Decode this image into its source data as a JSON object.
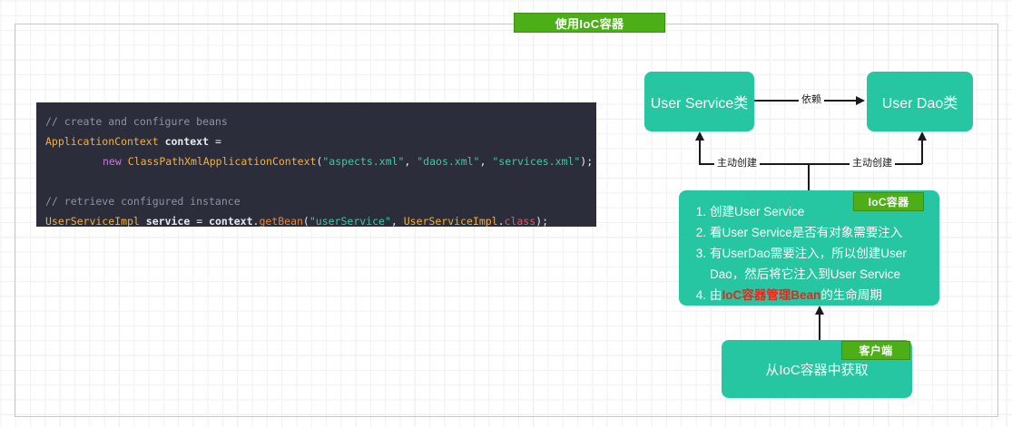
{
  "title_banner": {
    "label": "使用IoC容器"
  },
  "code_block": {
    "lines": [
      {
        "segments": [
          {
            "text": "// create and configure beans",
            "cls": "c-comment"
          }
        ]
      },
      {
        "segments": [
          {
            "text": "ApplicationContext",
            "cls": "c-type"
          },
          {
            "text": " ",
            "cls": "c-plain"
          },
          {
            "text": "context",
            "cls": "c-var"
          },
          {
            "text": " = ",
            "cls": "c-plain"
          }
        ]
      },
      {
        "indent": true,
        "segments": [
          {
            "text": "new",
            "cls": "c-kw"
          },
          {
            "text": " ",
            "cls": "c-plain"
          },
          {
            "text": "ClassPathXmlApplicationContext",
            "cls": "c-class"
          },
          {
            "text": "(",
            "cls": "c-punct"
          },
          {
            "text": "\"aspects.xml\"",
            "cls": "c-str"
          },
          {
            "text": ", ",
            "cls": "c-punct"
          },
          {
            "text": "\"daos.xml\"",
            "cls": "c-str"
          },
          {
            "text": ", ",
            "cls": "c-punct"
          },
          {
            "text": "\"services.xml\"",
            "cls": "c-str"
          },
          {
            "text": ");",
            "cls": "c-punct"
          }
        ]
      },
      {
        "segments": [
          {
            "text": " ",
            "cls": "c-plain"
          }
        ]
      },
      {
        "segments": [
          {
            "text": "// retrieve configured instance",
            "cls": "c-comment"
          }
        ]
      },
      {
        "segments": [
          {
            "text": "UserServiceImpl",
            "cls": "c-type"
          },
          {
            "text": " ",
            "cls": "c-plain"
          },
          {
            "text": "service",
            "cls": "c-var"
          },
          {
            "text": " = ",
            "cls": "c-plain"
          },
          {
            "text": "context",
            "cls": "c-var"
          },
          {
            "text": ".",
            "cls": "c-punct"
          },
          {
            "text": "getBean",
            "cls": "c-method"
          },
          {
            "text": "(",
            "cls": "c-punct"
          },
          {
            "text": "\"userService\"",
            "cls": "c-str"
          },
          {
            "text": ", ",
            "cls": "c-punct"
          },
          {
            "text": "UserServiceImpl",
            "cls": "c-type"
          },
          {
            "text": ".",
            "cls": "c-punct"
          },
          {
            "text": "class",
            "cls": "c-field"
          },
          {
            "text": ");",
            "cls": "c-punct"
          }
        ]
      }
    ]
  },
  "nodes": {
    "user_service": {
      "label": "User Service类"
    },
    "user_dao": {
      "label": "User Dao类"
    },
    "client": {
      "label": "从IoC容器中获取"
    }
  },
  "badges": {
    "ioc": "IoC容器",
    "client": "客户端"
  },
  "ioc_steps": [
    {
      "num": "1.",
      "parts": [
        {
          "text": "创建User Service",
          "highlight": false
        }
      ]
    },
    {
      "num": "2.",
      "parts": [
        {
          "text": "看User Service是否有对象需要注入",
          "highlight": false
        }
      ]
    },
    {
      "num": "3.",
      "parts": [
        {
          "text": "有UserDao需要注入，所以创建User Dao，然后将它注入到User Service",
          "highlight": false
        }
      ]
    },
    {
      "num": "4.",
      "parts": [
        {
          "text": "由",
          "highlight": false
        },
        {
          "text": "IoC容器管理Bean",
          "highlight": true
        },
        {
          "text": "的生命周期",
          "highlight": false
        }
      ]
    }
  ],
  "edges": {
    "dependency": "依赖",
    "create_left": "主动创建",
    "create_right": "主动创建"
  },
  "colors": {
    "node_fill": "#26c6a2",
    "badge_green": "#4caf17",
    "code_bg": "#2b2d3a",
    "highlight_red": "#e8271c",
    "line": "#1a1a1a"
  }
}
